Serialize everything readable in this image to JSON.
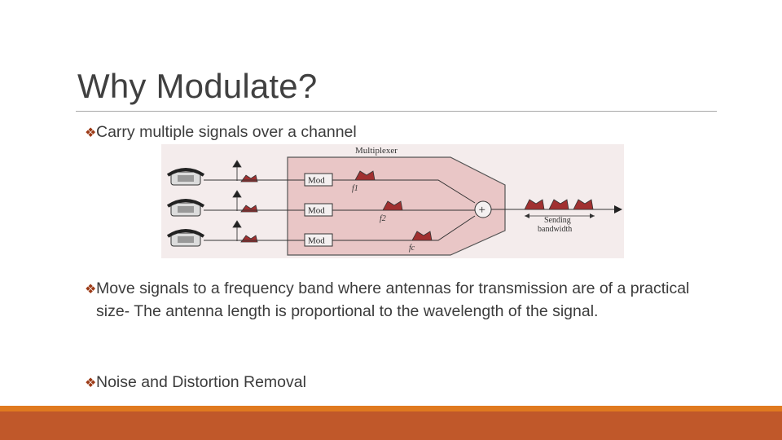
{
  "slide": {
    "title": "Why Modulate?",
    "bullet_glyph": "❖",
    "bullets": [
      "Carry multiple signals over a channel",
      "Move signals to a frequency band where antennas for transmission are of a practical size- The antenna length is proportional to the wavelength of the signal.",
      "Noise and Distortion Removal"
    ]
  },
  "figure": {
    "multiplexer_label": "Multiplexer",
    "mod_labels": [
      "Mod",
      "Mod",
      "Mod"
    ],
    "freq_labels": [
      "f1",
      "f2",
      "fc"
    ],
    "adder_symbol": "+",
    "sending_label_1": "Sending",
    "sending_label_2": "bandwidth",
    "icons": [
      "telephone-icon",
      "signal-spectrum-icon",
      "arrow-icon"
    ]
  },
  "colors": {
    "accent_bar": "#c0582a",
    "accent_stripe": "#e07a1f",
    "bullet_mark": "#9c3a16",
    "figure_fill": "#e9c6c6",
    "figure_shape": "#a13030"
  }
}
